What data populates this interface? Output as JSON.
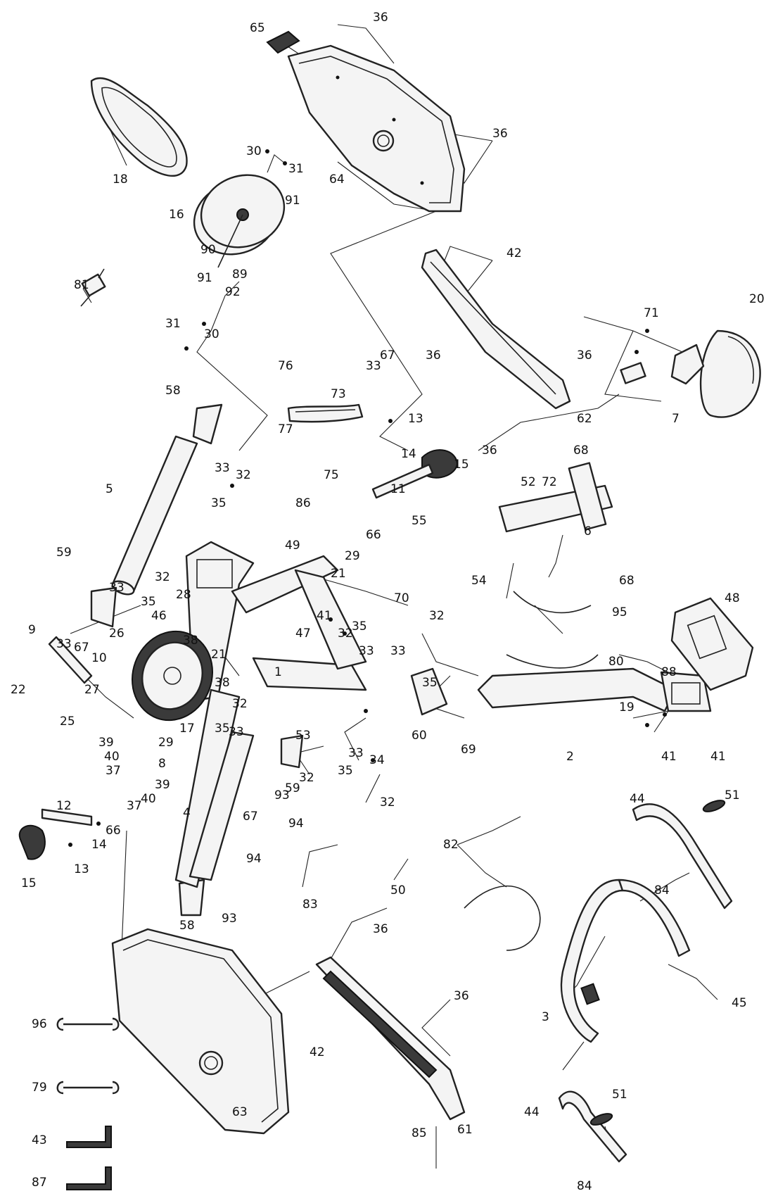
{
  "labels": {
    "p1": "1",
    "p2": "2",
    "p3": "3",
    "p4": "4",
    "p5": "5",
    "p6": "6",
    "p7": "7",
    "p8": "8",
    "p9": "9",
    "p10": "10",
    "p11": "11",
    "p12": "12",
    "p13a": "13",
    "p13b": "13",
    "p14a": "14",
    "p14b": "14",
    "p15a": "15",
    "p15b": "15",
    "p16": "16",
    "p17": "17",
    "p18": "18",
    "p19": "19",
    "p20": "20",
    "p21a": "21",
    "p21b": "21",
    "p22": "22",
    "p25": "25",
    "p26": "26",
    "p27": "27",
    "p28": "28",
    "p29a": "29",
    "p29b": "29",
    "p30a": "30",
    "p30b": "30",
    "p31a": "31",
    "p31b": "31",
    "p32a": "32",
    "p32b": "32",
    "p32c": "32",
    "p32d": "32",
    "p32e": "32",
    "p32f": "32",
    "p32g": "32",
    "p33a": "33",
    "p33b": "33",
    "p33c": "33",
    "p33d": "33",
    "p33e": "33",
    "p33f": "33",
    "p33g": "33",
    "p33h": "33",
    "p34": "34",
    "p35a": "35",
    "p35b": "35",
    "p35c": "35",
    "p35d": "35",
    "p35e": "35",
    "p35f": "35",
    "p36a": "36",
    "p36b": "36",
    "p36c": "36",
    "p36d": "36",
    "p36e": "36",
    "p36f": "36",
    "p36g": "36",
    "p37a": "37",
    "p37b": "37",
    "p38a": "38",
    "p38b": "38",
    "p39a": "39",
    "p39b": "39",
    "p40a": "40",
    "p40b": "40",
    "p41a": "41",
    "p41b": "41",
    "p41c": "41",
    "p42a": "42",
    "p42b": "42",
    "p43": "43",
    "p44a": "44",
    "p44b": "44",
    "p45": "45",
    "p46": "46",
    "p47": "47",
    "p48": "48",
    "p49": "49",
    "p50": "50",
    "p51a": "51",
    "p51b": "51",
    "p52": "52",
    "p53": "53",
    "p54": "54",
    "p55": "55",
    "p58a": "58",
    "p58b": "58",
    "p59a": "59",
    "p59b": "59",
    "p60": "60",
    "p61": "61",
    "p62": "62",
    "p63": "63",
    "p64": "64",
    "p65": "65",
    "p66a": "66",
    "p66b": "66",
    "p67a": "67",
    "p67b": "67",
    "p67c": "67",
    "p68a": "68",
    "p68b": "68",
    "p69": "69",
    "p70": "70",
    "p71": "71",
    "p72": "72",
    "p73": "73",
    "p75": "75",
    "p76": "76",
    "p77": "77",
    "p79": "79",
    "p80": "80",
    "p81": "81",
    "p82": "82",
    "p83": "83",
    "p84a": "84",
    "p84b": "84",
    "p85": "85",
    "p86": "86",
    "p87": "87",
    "p88": "88",
    "p89": "89",
    "p90": "90",
    "p91a": "91",
    "p91b": "91",
    "p92": "92",
    "p93a": "93",
    "p93b": "93",
    "p94a": "94",
    "p94b": "94",
    "p95": "95",
    "p96": "96"
  },
  "colors": {
    "line": "#222222",
    "fill": "#f4f4f4",
    "dark": "#3a3a3a",
    "background": "#ffffff"
  }
}
